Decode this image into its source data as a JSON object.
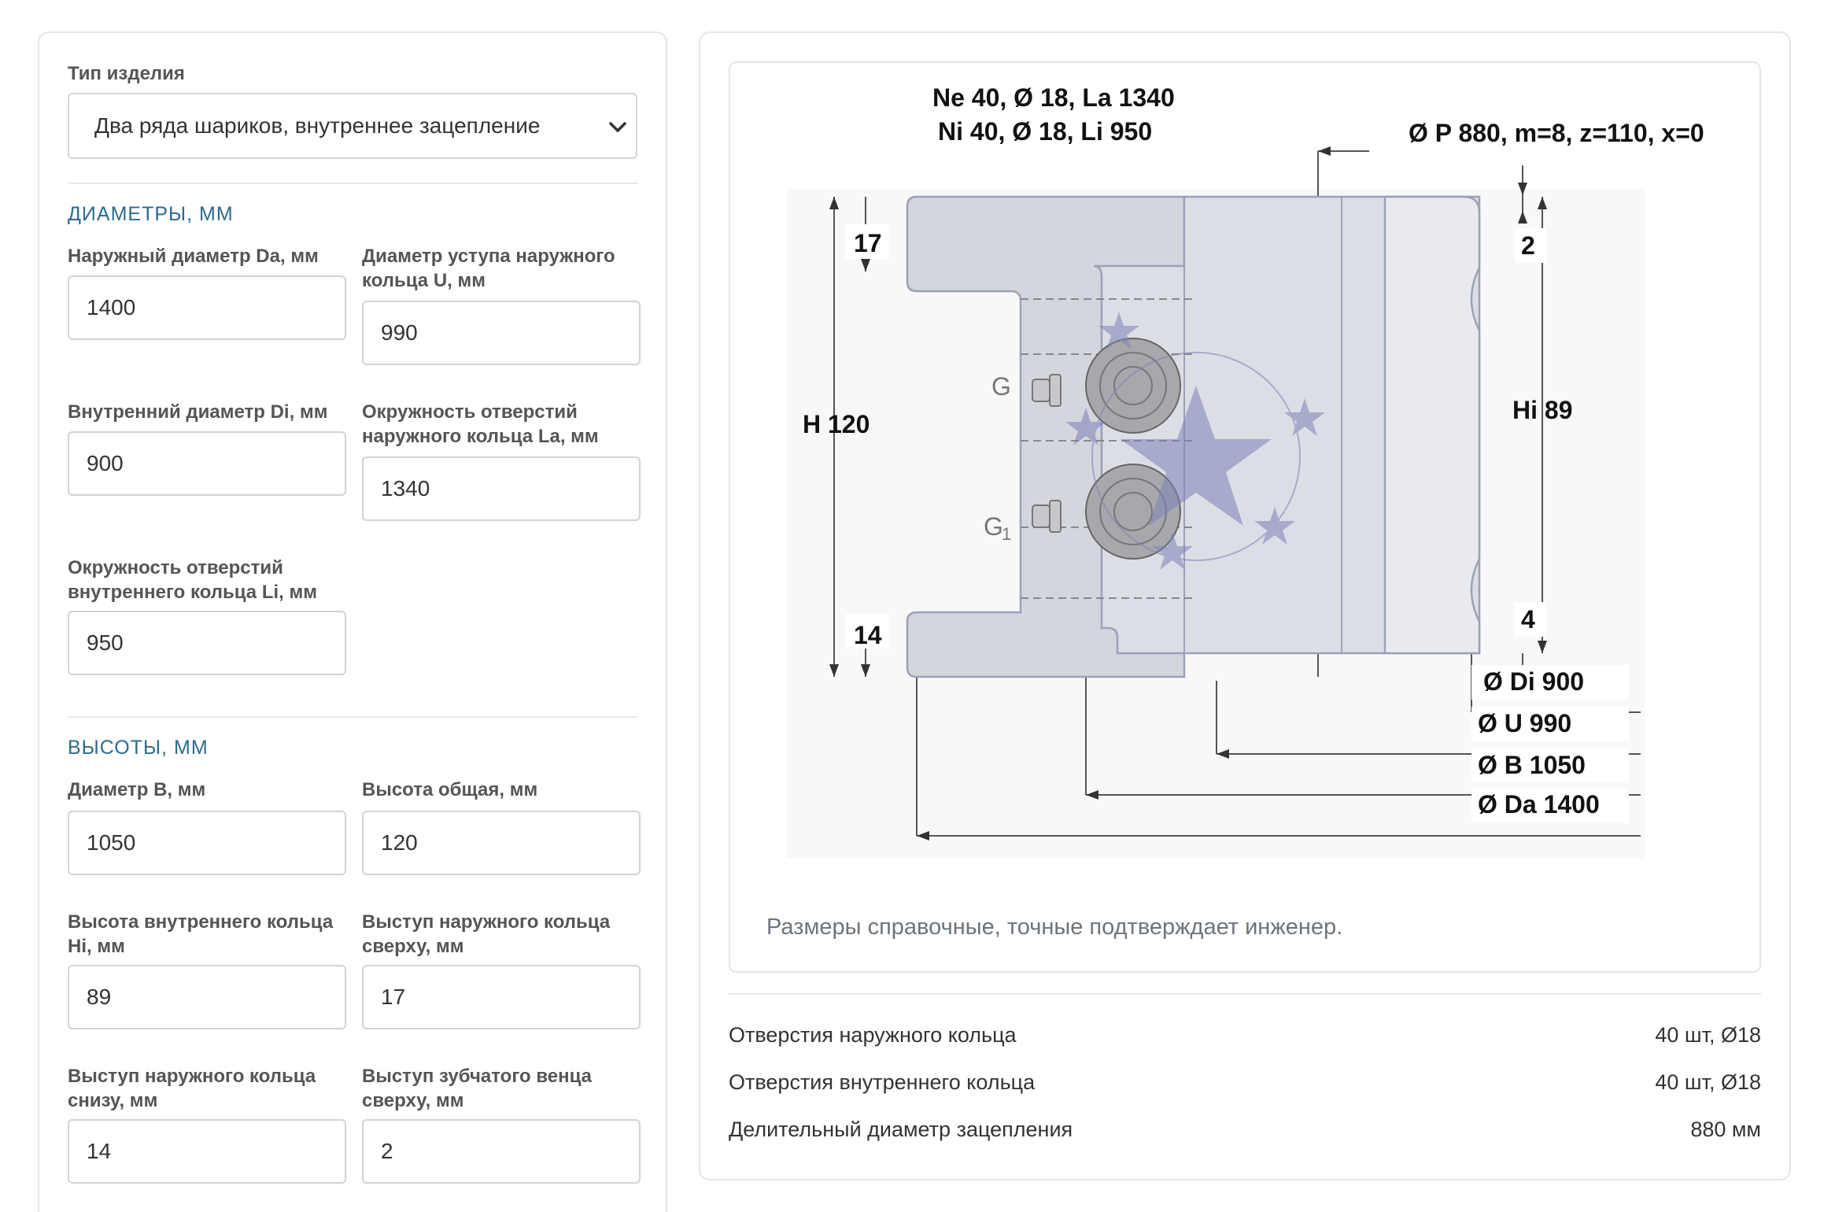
{
  "form": {
    "product_type": {
      "label": "Тип изделия",
      "value": "Два ряда шариков, внутреннее зацепление"
    },
    "sections": {
      "diameters": "ДИАМЕТРЫ, ММ",
      "heights": "ВЫСОТЫ, ММ"
    },
    "fields": {
      "outer_diameter": {
        "label": "Наружный диаметр Da, мм",
        "value": "1400"
      },
      "outer_shoulder": {
        "label_1": "Диаметр уступа наружного",
        "label_2": "кольца U, мм",
        "value": "990"
      },
      "inner_diameter": {
        "label": "Внутренний диаметр Di, мм",
        "value": "900"
      },
      "outer_holes_circle": {
        "label_1": "Окружность отверстий",
        "label_2": "наружного кольца La, мм",
        "value": "1340"
      },
      "inner_holes_circle": {
        "label_1": "Окружность отверстий",
        "label_2": "внутреннего кольца Li, мм",
        "value": "950"
      },
      "diameter_b": {
        "label": "Диаметр B, мм",
        "value": "1050"
      },
      "total_height": {
        "label": "Высота общая, мм",
        "value": "120"
      },
      "inner_ring_height": {
        "label_1": "Высота внутреннего кольца",
        "label_2": "Hi, мм",
        "value": "89"
      },
      "outer_top_offset": {
        "label_1": "Выступ наружного кольца",
        "label_2": "сверху, мм",
        "value": "17"
      },
      "outer_bottom_offset": {
        "label_1": "Выступ наружного кольца",
        "label_2": "снизу, мм",
        "value": "14"
      },
      "gear_top_offset": {
        "label_1": "Выступ зубчатого венца",
        "label_2": "сверху, мм",
        "value": "2"
      }
    }
  },
  "diagram": {
    "holes_outer": "Ne 40, Ø 18, La 1340",
    "holes_inner": "Ni 40, Ø 18, Li 950",
    "gear": "Ø P 880, m=8, z=110, x=0",
    "top_outer": "17",
    "top_gear": "2",
    "height_total": "H 120",
    "height_inner": "Hi 89",
    "bottom_outer": "14",
    "bottom_gear": "4",
    "g_label": "G",
    "g1_label": "G",
    "g1_sub": "1",
    "di": "Ø Di 900",
    "u": "Ø U 990",
    "b": "Ø B 1050",
    "da": "Ø Da 1400",
    "note": "Размеры справочные, точные подтверждает инженер."
  },
  "specs": [
    {
      "label": "Отверстия наружного кольца",
      "value": "40 шт, Ø18"
    },
    {
      "label": "Отверстия внутреннего кольца",
      "value": "40 шт, Ø18"
    },
    {
      "label": "Делительный диаметр зацепления",
      "value": "880 мм"
    }
  ],
  "colors": {
    "accent": "#2d6a8f",
    "ring_fill": "#d4d6de",
    "ring_stroke": "#9aa2b8",
    "watermark": "#7b82b8"
  },
  "icons": {
    "select_arrow": "chevron-down-icon"
  }
}
